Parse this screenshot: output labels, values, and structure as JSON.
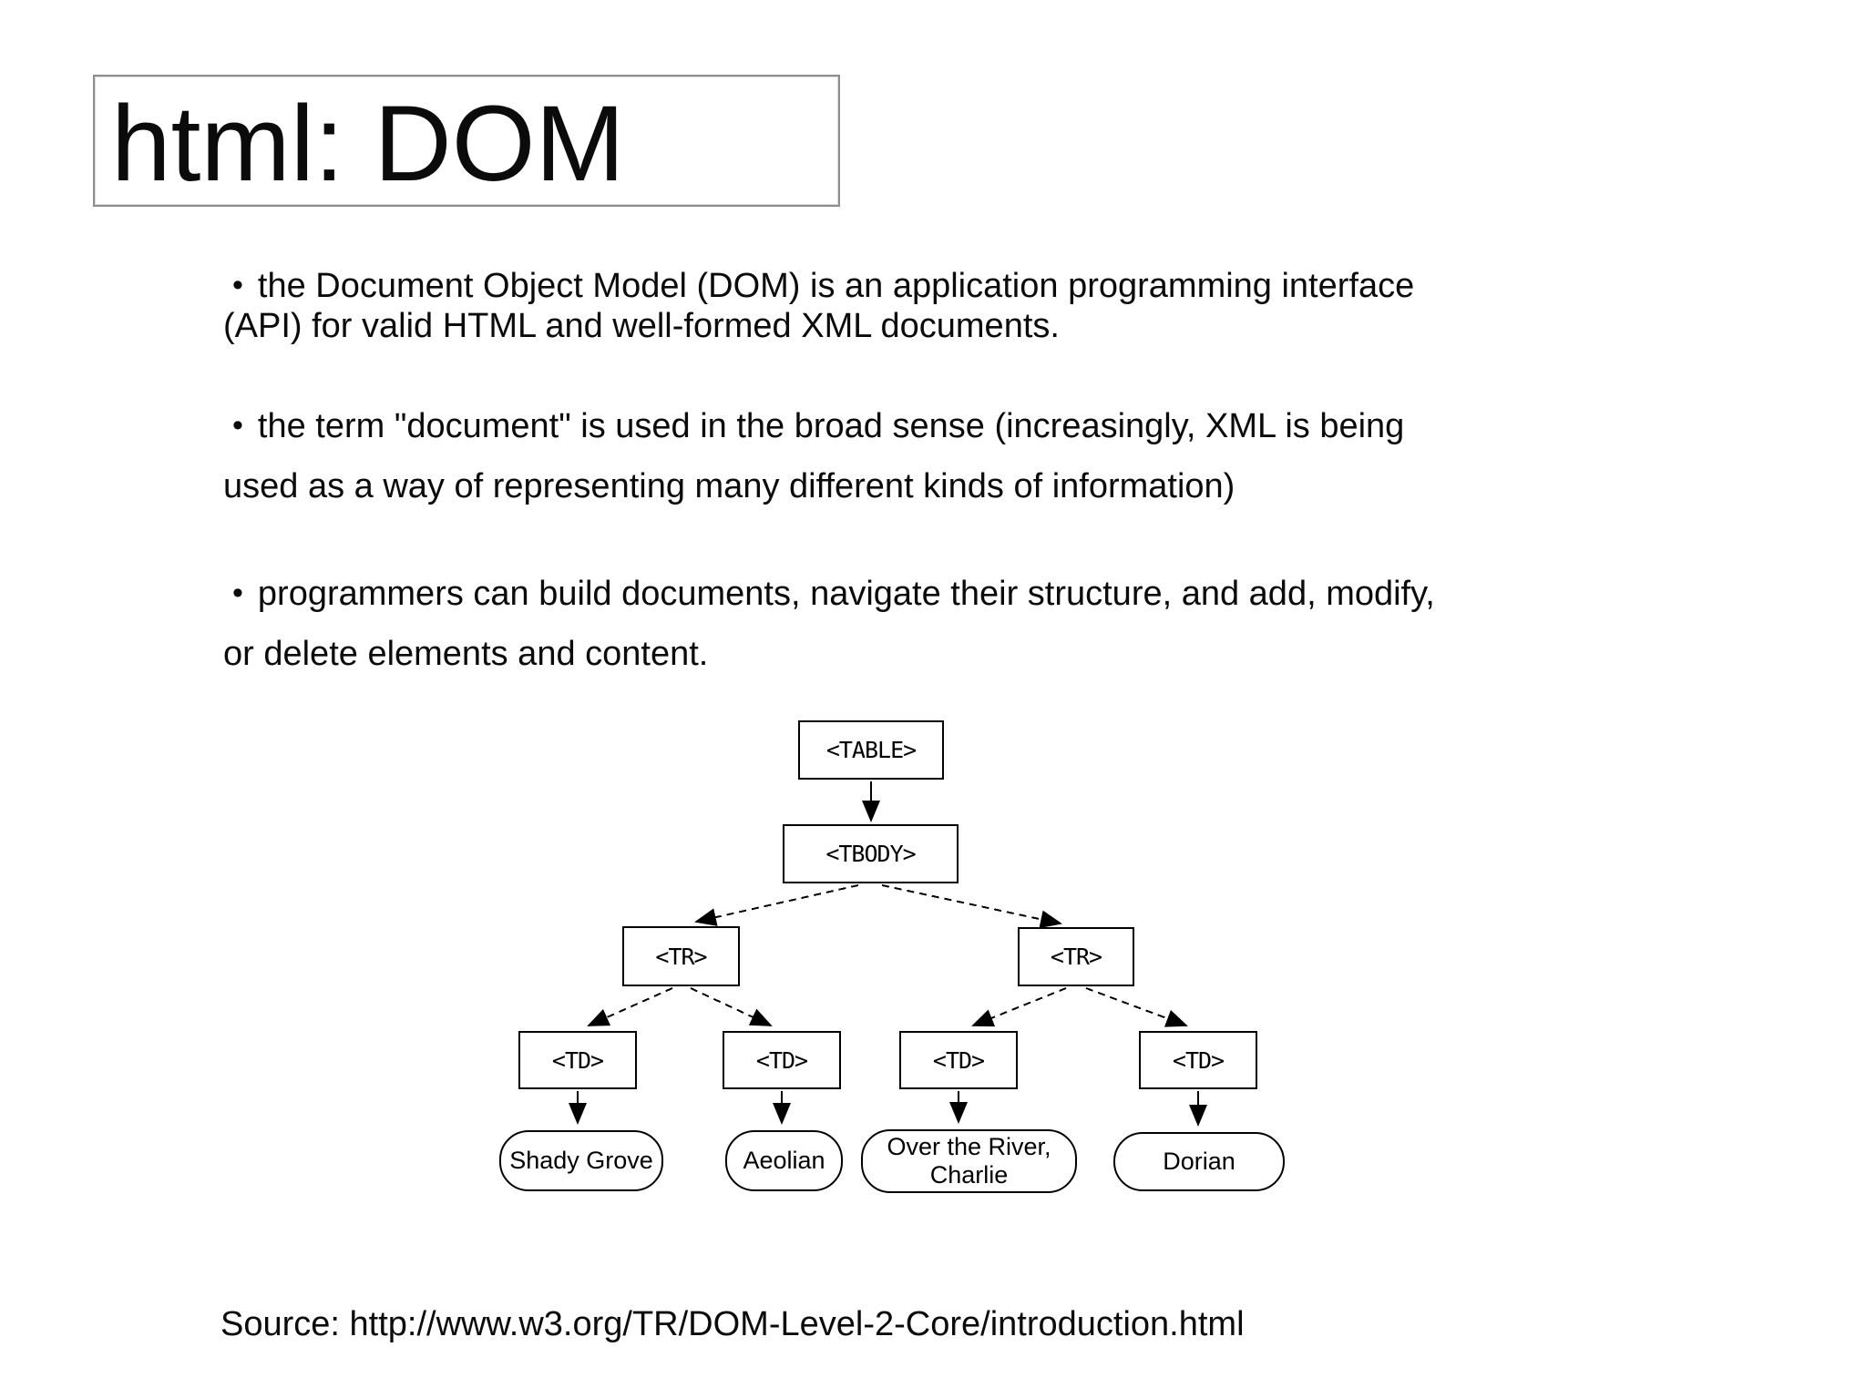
{
  "slide": {
    "title": "html: DOM",
    "bullet_glyph": "•",
    "bullets": [
      {
        "lines": [
          "the Document Object Model (DOM) is an application programming interface",
          "(API) for valid HTML and well-formed XML documents."
        ]
      },
      {
        "lines": [
          "the term \"document\" is used in the broad sense (increasingly, XML is being",
          "used as a way of representing many different kinds of information)"
        ]
      },
      {
        "lines": [
          "programmers can build documents, navigate their structure, and add, modify,",
          "or delete elements and content."
        ]
      }
    ],
    "source": "Source: http://www.w3.org/TR/DOM-Level-2-Core/introduction.html"
  },
  "diagram": {
    "nodes": {
      "table": "<TABLE>",
      "tbody": "<TBODY>",
      "tr_left": "<TR>",
      "tr_right": "<TR>",
      "td1": "<TD>",
      "td2": "<TD>",
      "td3": "<TD>",
      "td4": "<TD>",
      "leaf1": "Shady Grove",
      "leaf2": "Aeolian",
      "leaf3_line1": "Over the River,",
      "leaf3_line2": "Charlie",
      "leaf4": "Dorian"
    },
    "colors": {
      "stroke": "#000000",
      "text": "#0b0b0b",
      "title_box_border": "#8e8e8e",
      "background": "#ffffff"
    }
  }
}
